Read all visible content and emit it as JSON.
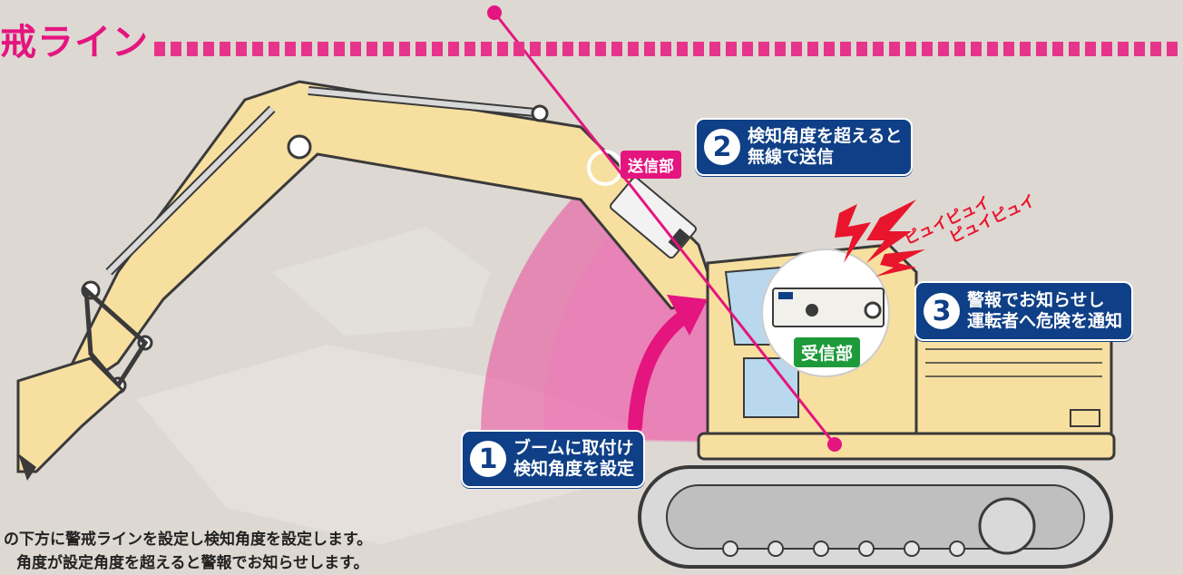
{
  "heading": {
    "text": "戒ライン"
  },
  "labels": {
    "transmitter": "送信部",
    "receiver": "受信部",
    "sound": "ピュイピュイ"
  },
  "callouts": [
    {
      "number": "1",
      "line1": "ブームに取付け",
      "line2": "検知角度を設定"
    },
    {
      "number": "2",
      "line1": "検知角度を超えると",
      "line2": "無線で送信"
    },
    {
      "number": "3",
      "line1": "警報でお知らせし",
      "line2": "運転者へ危険を通知"
    }
  ],
  "description": {
    "line1": "の下方に警戒ラインを設定し検知角度を設定します。",
    "line2": "角度が設定角度を超えると警報でお知らせします。"
  },
  "colors": {
    "accent": "#e4157f",
    "navy": "#0f3f86",
    "machine": "#f7dfa0",
    "green": "#1d9a3a",
    "background": "#ddd8d2"
  },
  "icons": {
    "alarm": "lightning-bolt-icon",
    "direction": "curved-arrow-icon"
  }
}
